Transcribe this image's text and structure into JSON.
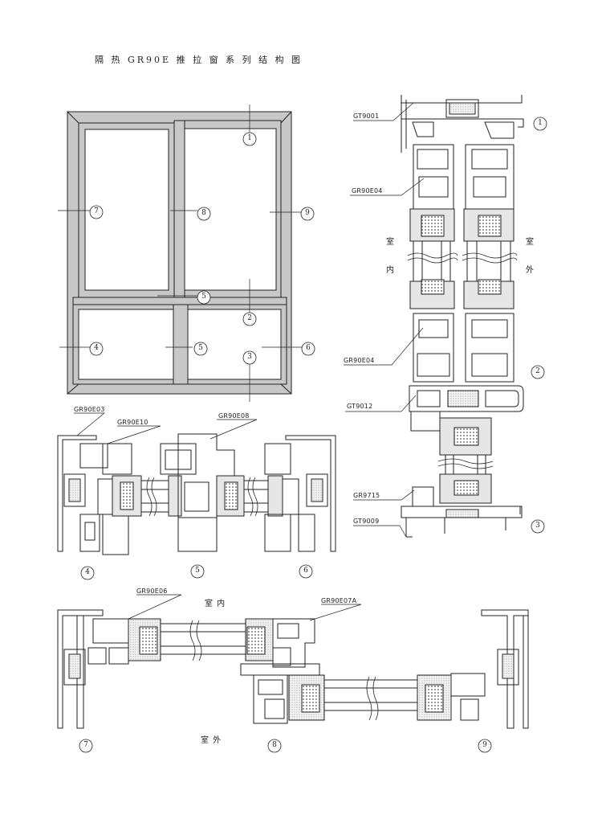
{
  "title": "隔 热 GR90E 推 拉 窗 系 列 结 构 图",
  "section_numbers": [
    "1",
    "2",
    "3",
    "4",
    "5",
    "6",
    "7",
    "8",
    "9"
  ],
  "vertical_section": {
    "parts": [
      "GT9001",
      "GR90E04",
      "GR90E04",
      "GT9012",
      "GR9715",
      "GT9009"
    ],
    "inside_label": [
      "室",
      "内"
    ],
    "outside_label": [
      "室",
      "外"
    ]
  },
  "horizontal_section_456": {
    "parts": [
      "GR90E03",
      "GR90E10",
      "GR90E08"
    ]
  },
  "horizontal_section_789": {
    "parts": [
      "GR90E06",
      "GR90E07A"
    ],
    "inside_label": "室 内",
    "outside_label": "室 外"
  },
  "colors": {
    "line": "#222222",
    "frame_fill": "#c8c8c8",
    "insulation": "#e0e0e0"
  }
}
